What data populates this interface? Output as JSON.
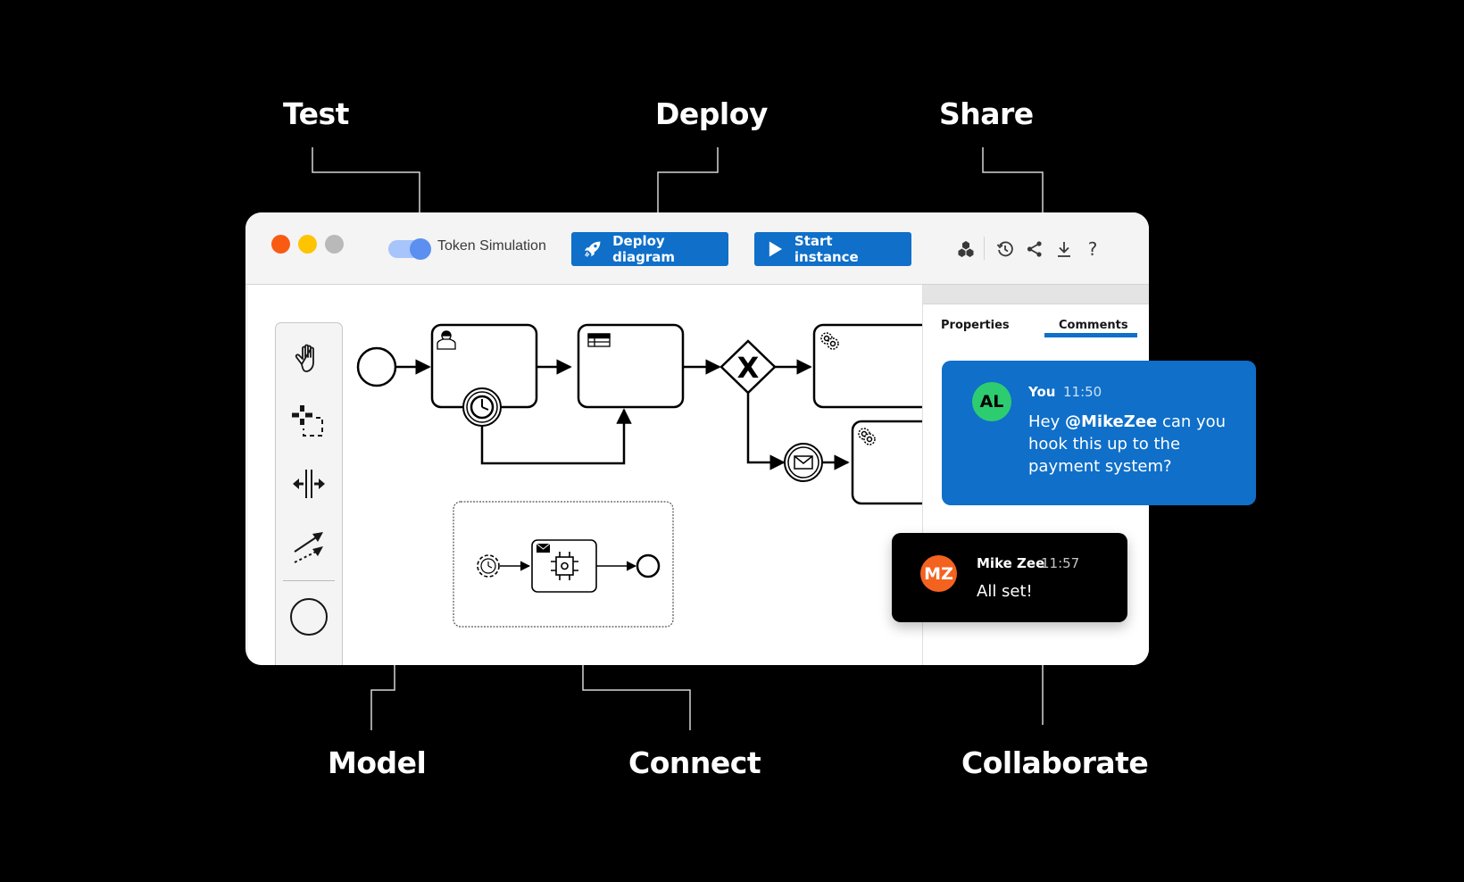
{
  "features": {
    "test": "Test",
    "deploy": "Deploy",
    "share": "Share",
    "model": "Model",
    "connect": "Connect",
    "collaborate": "Collaborate"
  },
  "window": {
    "traffic_lights": [
      {
        "name": "close",
        "color": "#fa5b12"
      },
      {
        "name": "minimize",
        "color": "#ffc400"
      },
      {
        "name": "maximize",
        "color": "#b9b9b9"
      }
    ],
    "toolbar": {
      "token_simulation": {
        "label": "Token Simulation",
        "enabled": true
      },
      "deploy_button": {
        "label": "Deploy diagram",
        "icon": "rocket-icon"
      },
      "start_button": {
        "label": "Start instance",
        "icon": "play-icon"
      },
      "icons": [
        "apps-icon",
        "history-icon",
        "share-icon",
        "download-icon",
        "help-icon"
      ],
      "help_glyph": "?"
    },
    "palette": {
      "tools": [
        "hand-tool",
        "lasso-tool",
        "space-tool",
        "connect-tool",
        "create-start-event"
      ]
    },
    "diagram": {
      "elements": [
        "start-event",
        "user-task",
        "timer-boundary-event",
        "business-rule-task",
        "exclusive-gateway",
        "service-task",
        "message-intermediate-event",
        "service-task-2",
        "event-subprocess"
      ],
      "gateway_glyph": "X"
    },
    "side_panel": {
      "tabs": [
        {
          "label": "Properties",
          "active": false
        },
        {
          "label": "Comments",
          "active": true
        }
      ]
    }
  },
  "comments": [
    {
      "initials": "AL",
      "avatar_color": "#2ecc71",
      "author": "You",
      "time": "11:50",
      "text_prefix": "Hey ",
      "mention": "@MikeZee",
      "text_line1_suffix": " can you",
      "text_line2": "hook this up to the",
      "text_line3": "payment system?"
    },
    {
      "initials": "MZ",
      "avatar_color": "#f4621f",
      "author": "Mike Zee",
      "time": "11:57",
      "text": "All set!"
    }
  ],
  "colors": {
    "accent": "#0f6fc9",
    "background": "#000000"
  }
}
